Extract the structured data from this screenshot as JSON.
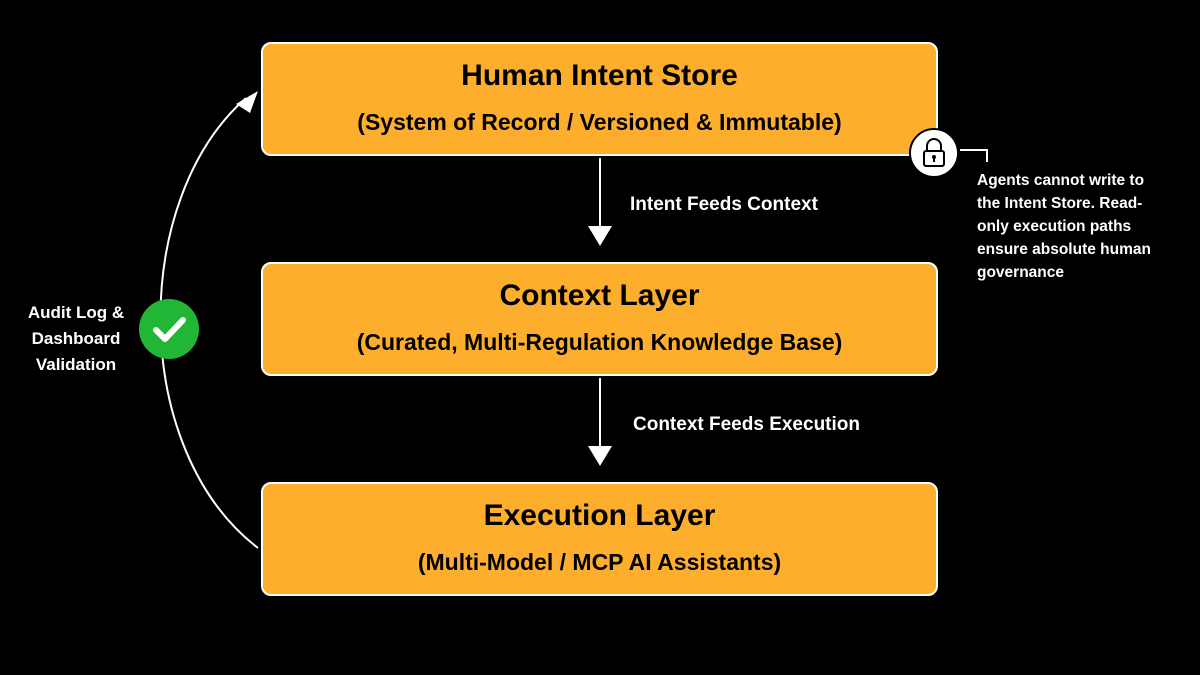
{
  "layers": {
    "intent": {
      "title": "Human Intent Store",
      "subtitle": "(System of Record / Versioned & Immutable)"
    },
    "context": {
      "title": "Context Layer",
      "subtitle": "(Curated, Multi-Regulation Knowledge Base)"
    },
    "execution": {
      "title": "Execution Layer",
      "subtitle": "(Multi-Model / MCP AI Assistants)"
    }
  },
  "edges": {
    "intent_to_context": "Intent Feeds Context",
    "context_to_execution": "Context Feeds Execution"
  },
  "feedback": {
    "lines": [
      "Audit Log &",
      "Dashboard",
      "Validation"
    ],
    "icon": "checkmark-icon"
  },
  "lock_note": {
    "icon": "lock-icon",
    "lines": [
      "Agents cannot write to",
      "the Intent Store. Read-",
      "only execution paths",
      "ensure absolute human",
      "governance"
    ]
  },
  "colors": {
    "box_fill": "#fcae2c",
    "background": "#000000",
    "check_green": "#22b636",
    "text_light": "#ffffff"
  }
}
